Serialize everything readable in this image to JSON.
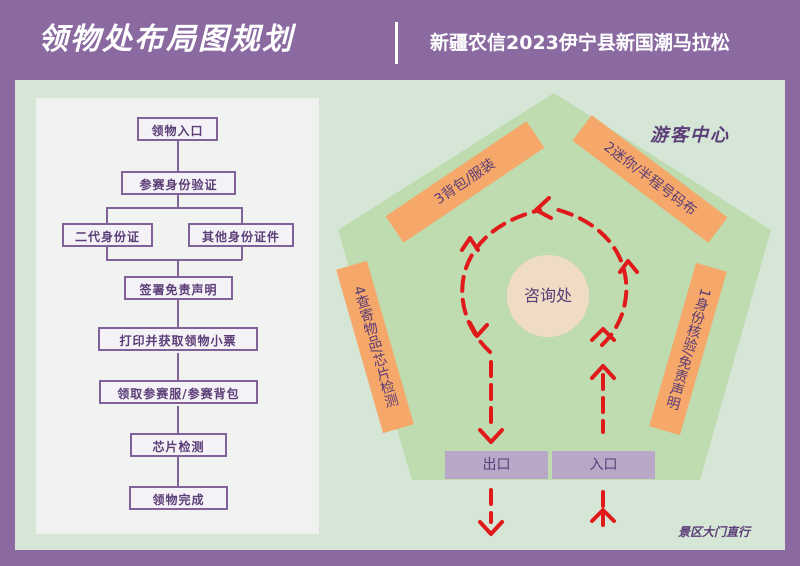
{
  "header": {
    "title": "领物处布局图规划",
    "subtitle": "新疆农信2023伊宁县新国潮马拉松"
  },
  "flow": {
    "steps": [
      "领物入口",
      "参赛身份验证",
      "二代身份证",
      "其他身份证件",
      "签署免责声明",
      "打印并获取领物小票",
      "领取参赛服/参赛背包",
      "芯片检测",
      "领物完成"
    ]
  },
  "map": {
    "visitor_center": "游客中心",
    "help_desk": "咨询处",
    "stations": [
      "2迷你/半程号码布",
      "3背包/服装",
      "4查寄物品/芯片检测",
      "1身份核验/免责声明"
    ],
    "exit_label": "出口",
    "entrance_label": "入口",
    "gate_note": "景区大门直行"
  },
  "colors": {
    "header_bg": "#8a6aa0",
    "map_bg": "#d5e6d6",
    "pentagon": "#bfdbb0",
    "station": "#f5a86a",
    "arrow": "#e0191b",
    "gate": "#b8a7c6",
    "help_desk": "#f0dcc4",
    "text_purple": "#5b3d77"
  }
}
